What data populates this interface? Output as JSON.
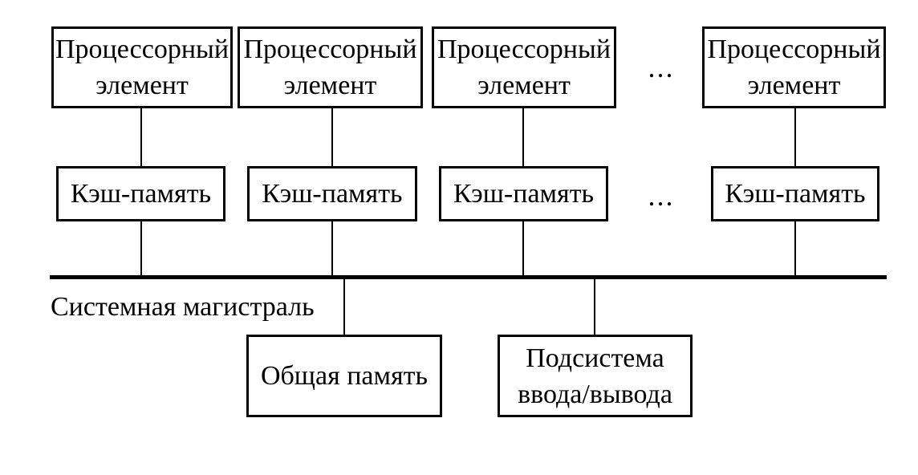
{
  "diagram": {
    "title": "",
    "processor_row": {
      "boxes": [
        {
          "label": "Процессорный элемент"
        },
        {
          "label": "Процессорный элемент"
        },
        {
          "label": "Процессорный элемент"
        },
        {
          "label": "Процессорный элемент"
        }
      ],
      "ellipsis": "..."
    },
    "cache_row": {
      "boxes": [
        {
          "label": "Кэш-память"
        },
        {
          "label": "Кэш-память"
        },
        {
          "label": "Кэш-память"
        },
        {
          "label": "Кэш-память"
        }
      ],
      "ellipsis": "..."
    },
    "bus": {
      "label": "Системная магистраль"
    },
    "bottom_row": {
      "shared_memory": {
        "label": "Общая память"
      },
      "io_subsystem": {
        "label": "Подсистема ввода/вывода"
      }
    },
    "colors": {
      "line": "#000000",
      "background": "#ffffff",
      "text": "#000000"
    }
  }
}
